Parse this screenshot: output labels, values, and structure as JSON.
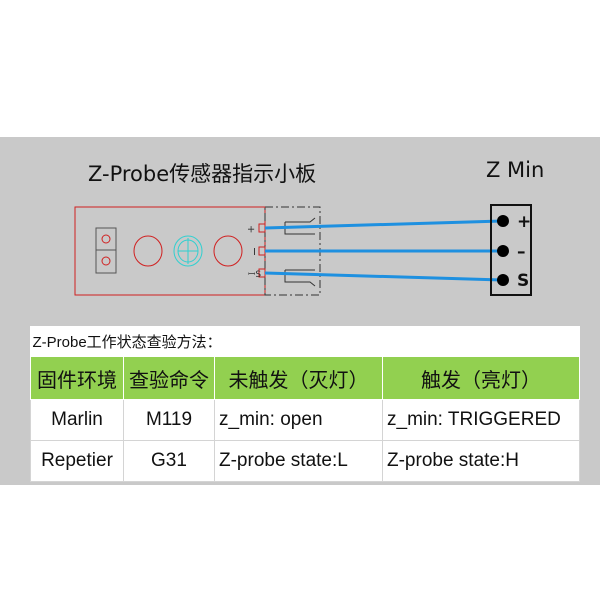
{
  "board_title": "Z-Probe传感器指示小板",
  "endstop_title": "Z Min",
  "pins": [
    "+",
    "–",
    "S"
  ],
  "colors": {
    "wire": "#1e90e0",
    "board": "#d02020",
    "header": "#92d050",
    "led": "#30d0d0"
  },
  "table": {
    "caption": "Z-Probe工作状态查验方法：",
    "headers": [
      "固件环境",
      "查验命令",
      "未触发（灭灯）",
      "触发（亮灯）"
    ],
    "rows": [
      [
        "Marlin",
        "M119",
        "z_min: open",
        "z_min: TRIGGERED"
      ],
      [
        "Repetier",
        "G31",
        "Z-probe state:L",
        "Z-probe state:H"
      ]
    ]
  }
}
